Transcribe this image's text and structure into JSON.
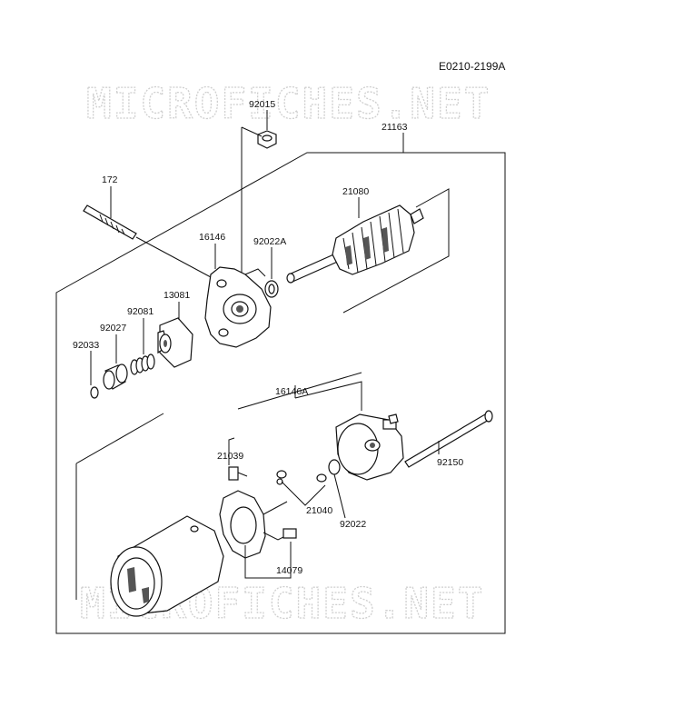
{
  "drawing_code": "E0210-2199A",
  "watermark": "MICROFICHES.NET",
  "parts": [
    {
      "id": "92015"
    },
    {
      "id": "21163"
    },
    {
      "id": "172"
    },
    {
      "id": "21080"
    },
    {
      "id": "16146"
    },
    {
      "id": "92022A"
    },
    {
      "id": "13081"
    },
    {
      "id": "92081"
    },
    {
      "id": "92027"
    },
    {
      "id": "92033"
    },
    {
      "id": "16146A"
    },
    {
      "id": "21039"
    },
    {
      "id": "92150"
    },
    {
      "id": "21040"
    },
    {
      "id": "92022"
    },
    {
      "id": "14079"
    }
  ]
}
